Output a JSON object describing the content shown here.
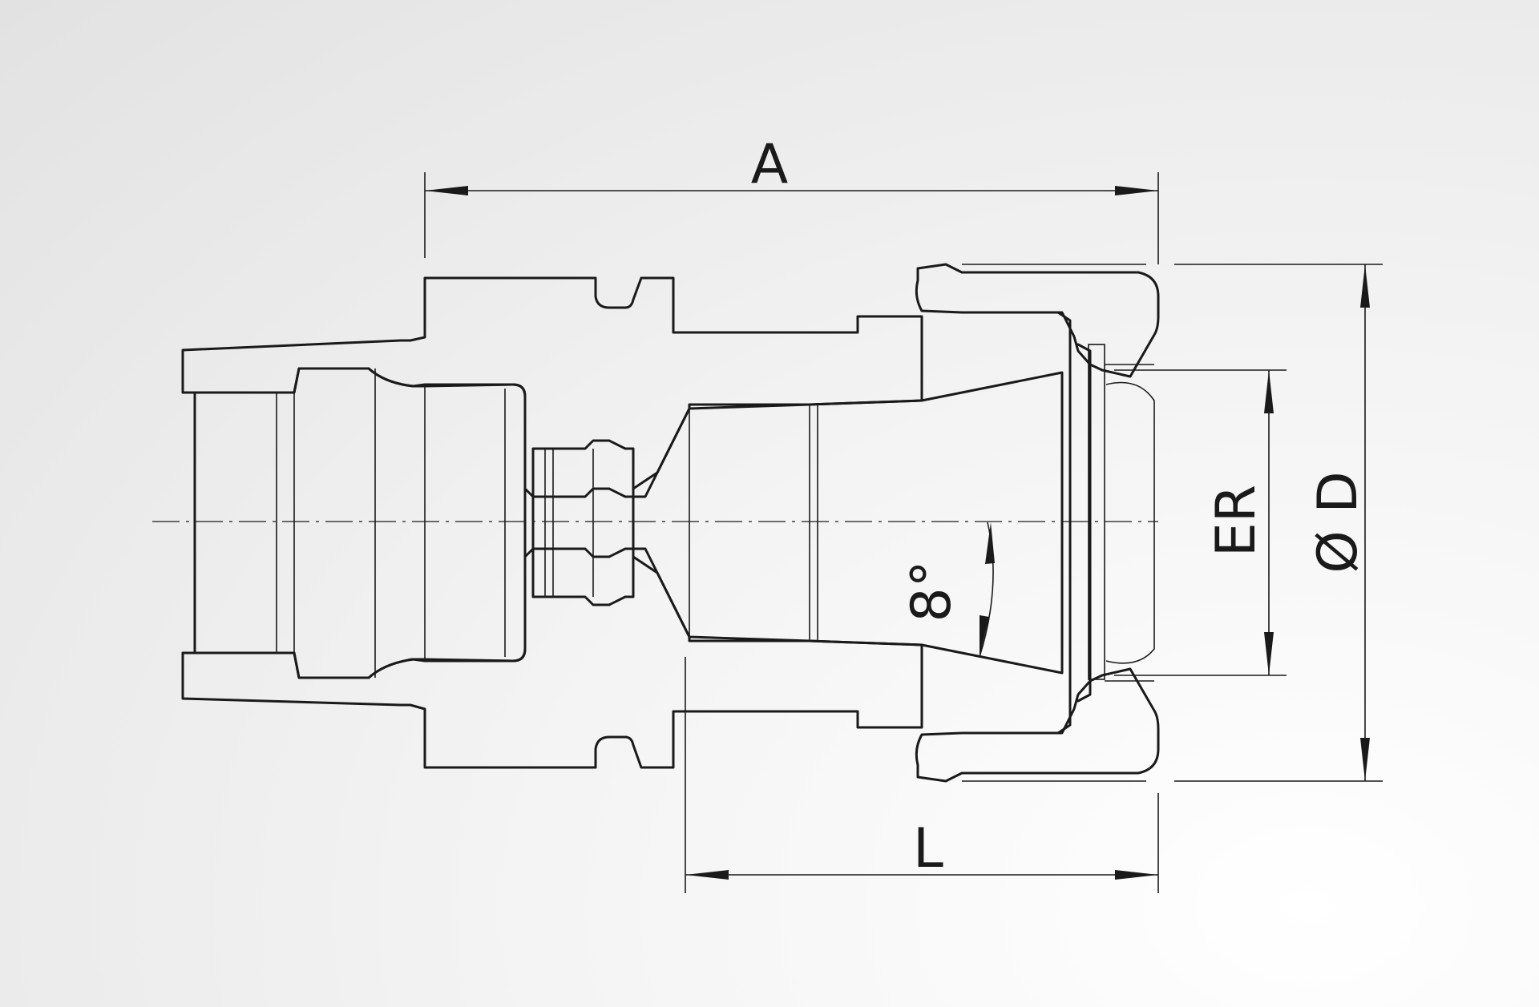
{
  "labels": {
    "A": "A",
    "L": "L",
    "ER": "ER",
    "D": "Ø D",
    "angle": "8°"
  },
  "colors": {
    "line": "#1a1a1a",
    "background": "#ececec"
  }
}
